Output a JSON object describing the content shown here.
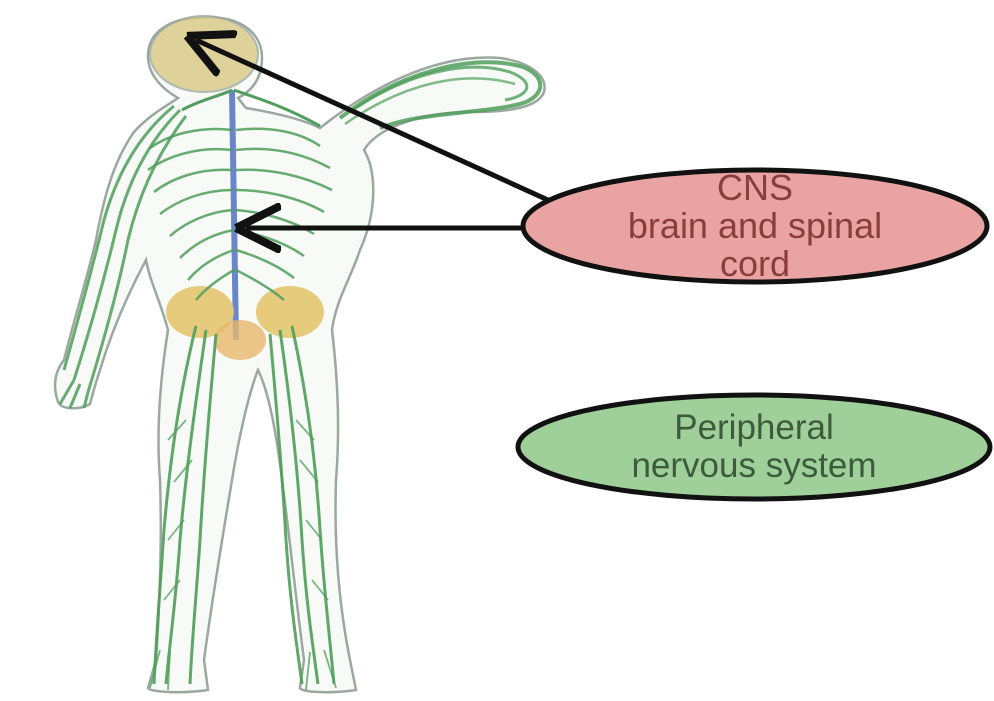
{
  "labels": {
    "cns": {
      "line1": "CNS",
      "line2": "brain and spinal",
      "line3": "cord"
    },
    "pns": {
      "line1": "Peripheral",
      "line2": "nervous system"
    }
  },
  "colors": {
    "cns_fill": "#e9a3a3",
    "pns_fill": "#9fd09a",
    "outline": "#111111",
    "nerve": "#4f9e5a",
    "body_outline": "#9aa8a0",
    "plexus": "#e3c56f",
    "spine": "#6a86c8"
  },
  "icons": [
    "human-nervous-system-illustration",
    "arrow-to-brain",
    "arrow-to-spinal-cord"
  ]
}
